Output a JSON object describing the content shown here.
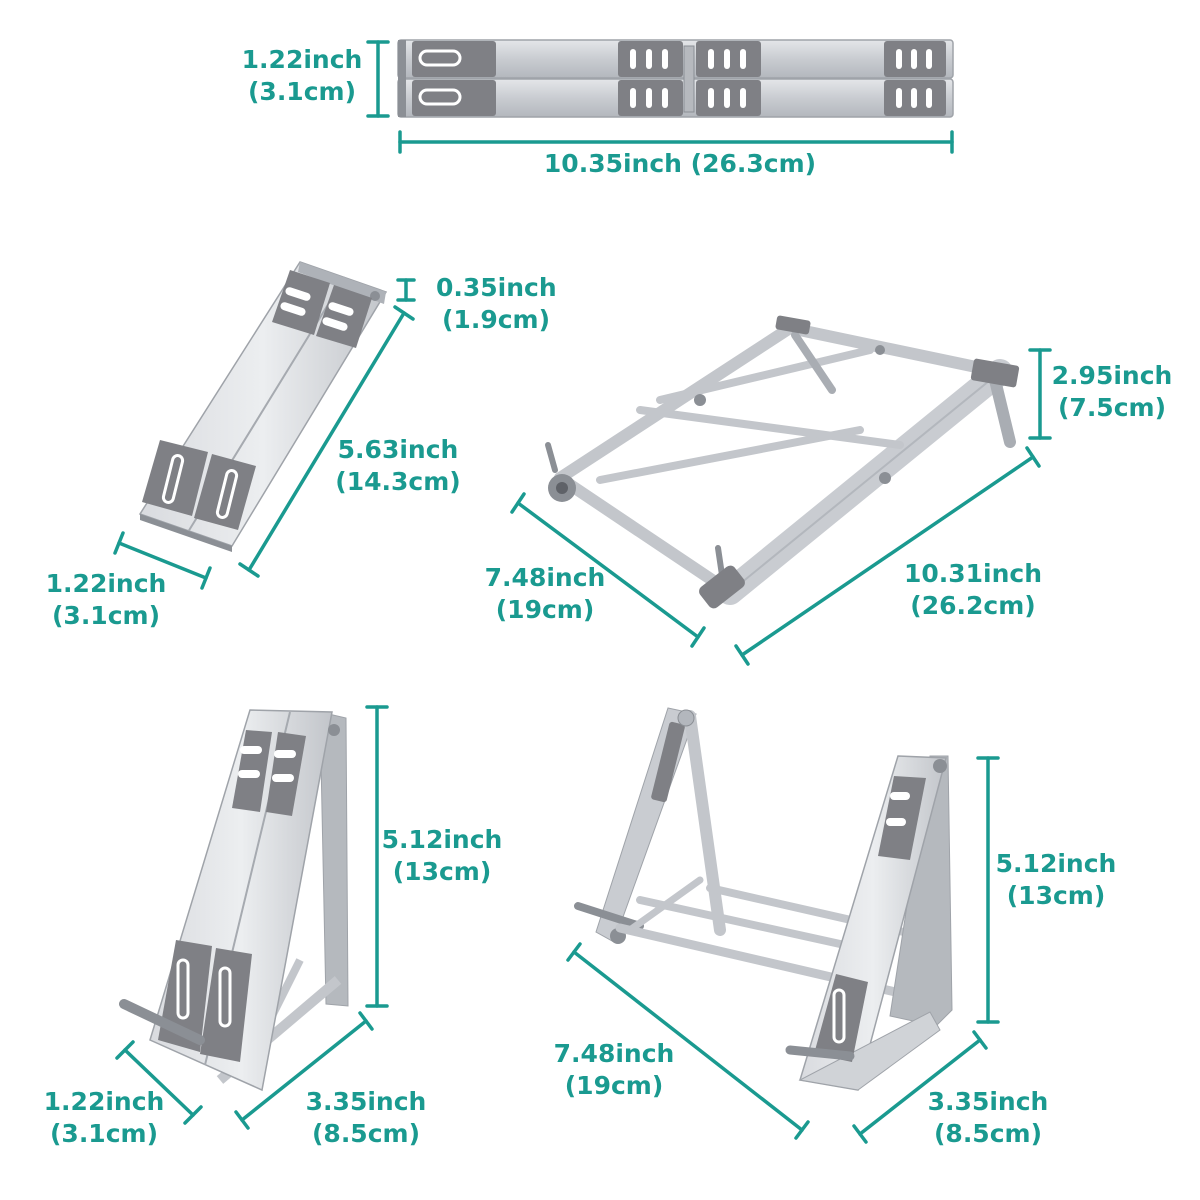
{
  "colors": {
    "dimension": "#1a9a90",
    "metal": "#c8cbd0",
    "metal_dark": "#9fa3a9",
    "pad": "#7f8085",
    "pad_slot": "#ffffff"
  },
  "views": [
    {
      "id": "folded-side",
      "dimensions": [
        {
          "id": "height",
          "inch": "1.22inch",
          "cm": "(3.1cm)"
        },
        {
          "id": "length",
          "inch": "10.35inch (26.3cm)"
        }
      ]
    },
    {
      "id": "folded-angled",
      "dimensions": [
        {
          "id": "thickness",
          "inch": "0.35inch",
          "cm": "(1.9cm)"
        },
        {
          "id": "length",
          "inch": "5.63inch",
          "cm": "(14.3cm)"
        },
        {
          "id": "width",
          "inch": "1.22inch",
          "cm": "(3.1cm)"
        }
      ]
    },
    {
      "id": "open-flat",
      "dimensions": [
        {
          "id": "height",
          "inch": "2.95inch",
          "cm": "(7.5cm)"
        },
        {
          "id": "depth",
          "inch": "7.48inch",
          "cm": "(19cm)"
        },
        {
          "id": "width",
          "inch": "10.31inch",
          "cm": "(26.2cm)"
        }
      ]
    },
    {
      "id": "folded-standing",
      "dimensions": [
        {
          "id": "height",
          "inch": "5.12inch",
          "cm": "(13cm)"
        },
        {
          "id": "width",
          "inch": "1.22inch",
          "cm": "(3.1cm)"
        },
        {
          "id": "depth",
          "inch": "3.35inch",
          "cm": "(8.5cm)"
        }
      ]
    },
    {
      "id": "open-raised",
      "dimensions": [
        {
          "id": "height",
          "inch": "5.12inch",
          "cm": "(13cm)"
        },
        {
          "id": "width",
          "inch": "7.48inch",
          "cm": "(19cm)"
        },
        {
          "id": "depth",
          "inch": "3.35inch",
          "cm": "(8.5cm)"
        }
      ]
    }
  ]
}
